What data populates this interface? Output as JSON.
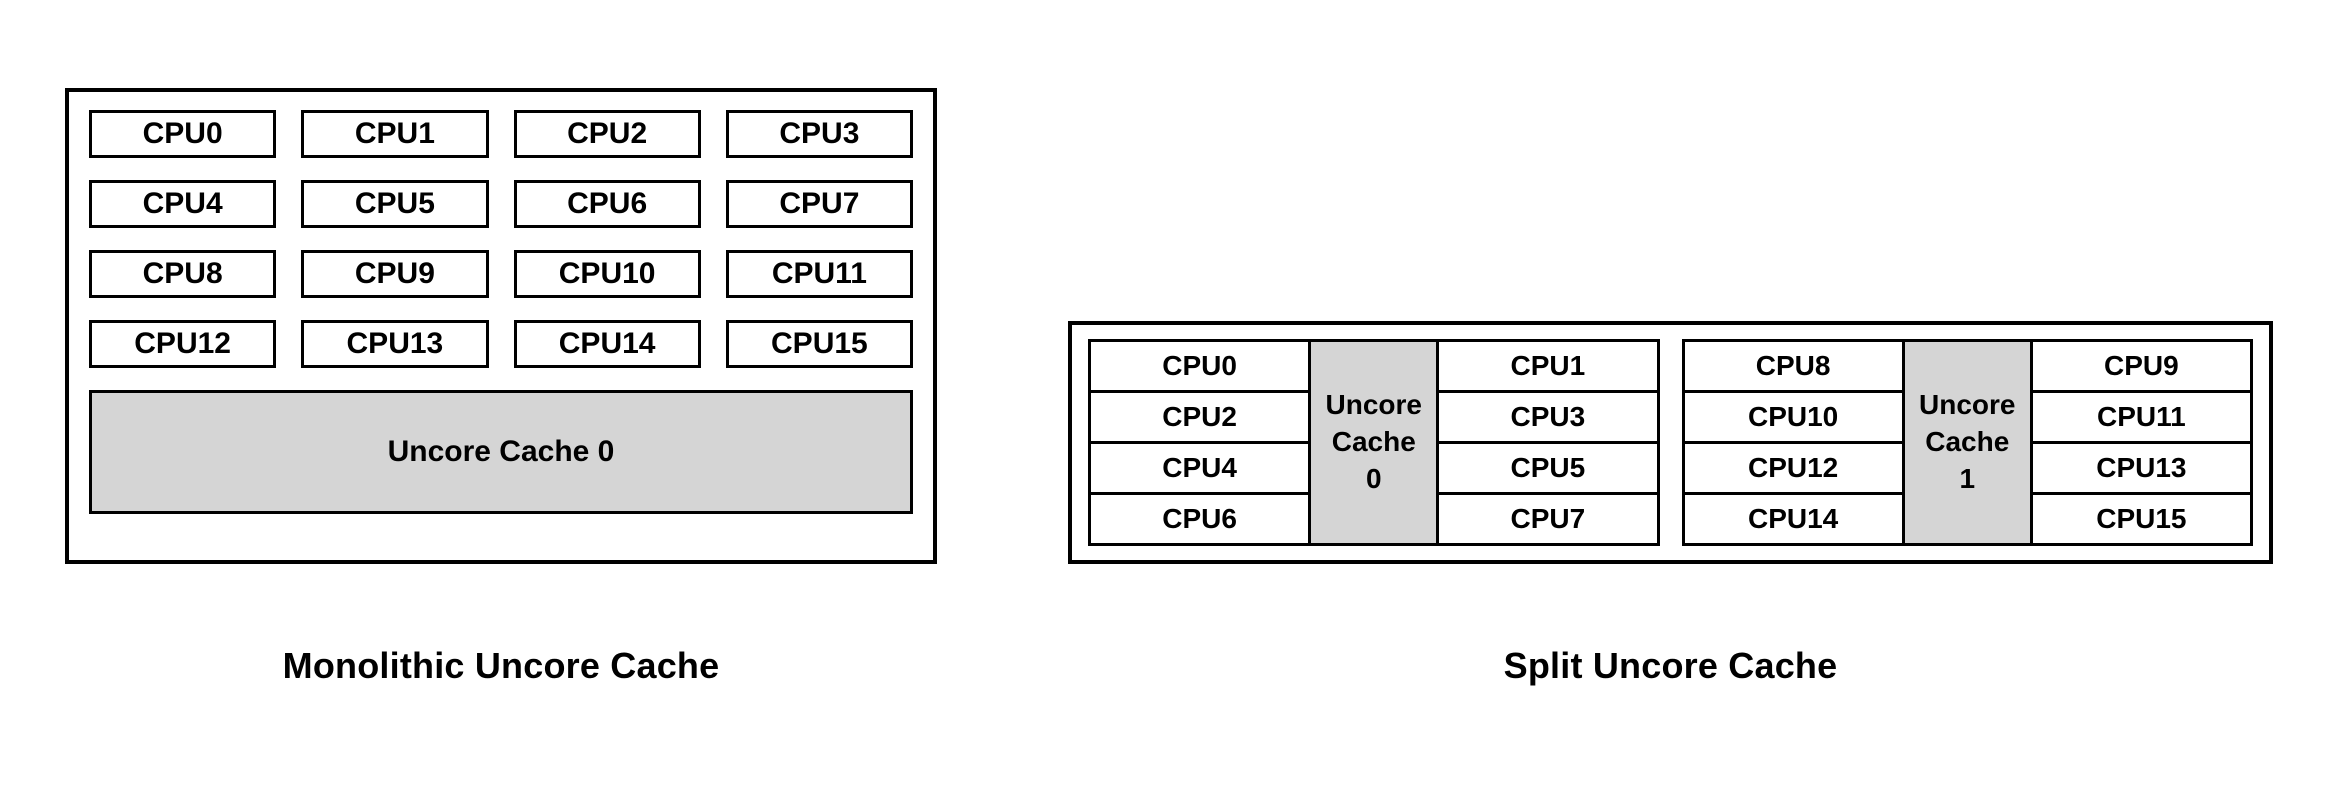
{
  "diagram": {
    "title_left": "Monolithic Uncore Cache",
    "title_right": "Split Uncore Cache",
    "colors": {
      "cache_fill": "#d5d5d5",
      "border": "#000000",
      "cpu_fill": "#ffffff",
      "background": "#ffffff"
    }
  },
  "monolithic": {
    "caption": "Monolithic Uncore Cache",
    "cpu_rows": [
      [
        "CPU0",
        "CPU1",
        "CPU2",
        "CPU3"
      ],
      [
        "CPU4",
        "CPU5",
        "CPU6",
        "CPU7"
      ],
      [
        "CPU8",
        "CPU9",
        "CPU10",
        "CPU11"
      ],
      [
        "CPU12",
        "CPU13",
        "CPU14",
        "CPU15"
      ]
    ],
    "cache_label": "Uncore Cache 0"
  },
  "split": {
    "caption": "Split Uncore Cache",
    "clusters": [
      {
        "left_column": [
          "CPU0",
          "CPU2",
          "CPU4",
          "CPU6"
        ],
        "cache_line1": "Uncore",
        "cache_line2": "Cache",
        "cache_line3": "0",
        "right_column": [
          "CPU1",
          "CPU3",
          "CPU5",
          "CPU7"
        ]
      },
      {
        "left_column": [
          "CPU8",
          "CPU10",
          "CPU12",
          "CPU14"
        ],
        "cache_line1": "Uncore",
        "cache_line2": "Cache",
        "cache_line3": "1",
        "right_column": [
          "CPU9",
          "CPU11",
          "CPU13",
          "CPU15"
        ]
      }
    ]
  }
}
